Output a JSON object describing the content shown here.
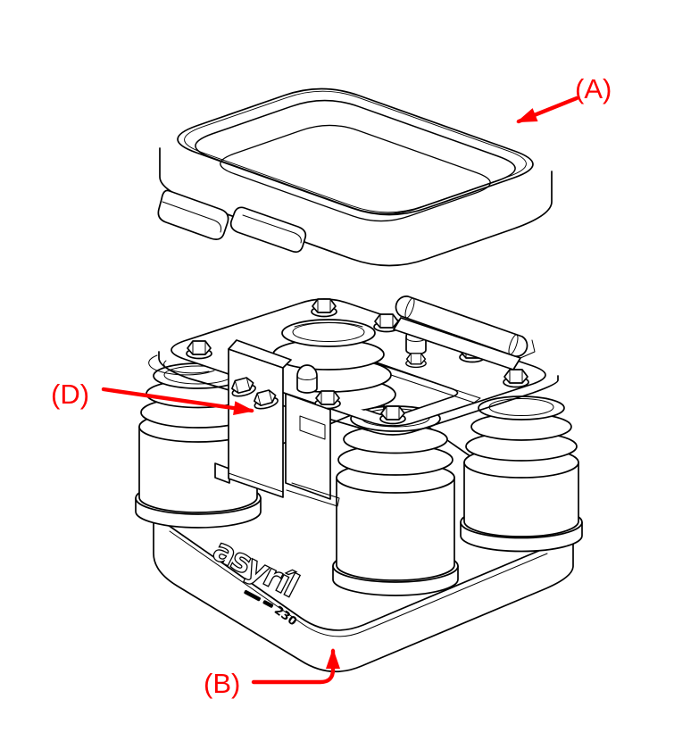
{
  "figure": {
    "background_color": "#ffffff",
    "line_color": "#000000",
    "annotation_color": "#fe0000",
    "labels": {
      "a": "(A)",
      "b": "(B)",
      "d": "(D)"
    },
    "branding": {
      "logo_text": "asyríl",
      "model_number": "230"
    }
  }
}
